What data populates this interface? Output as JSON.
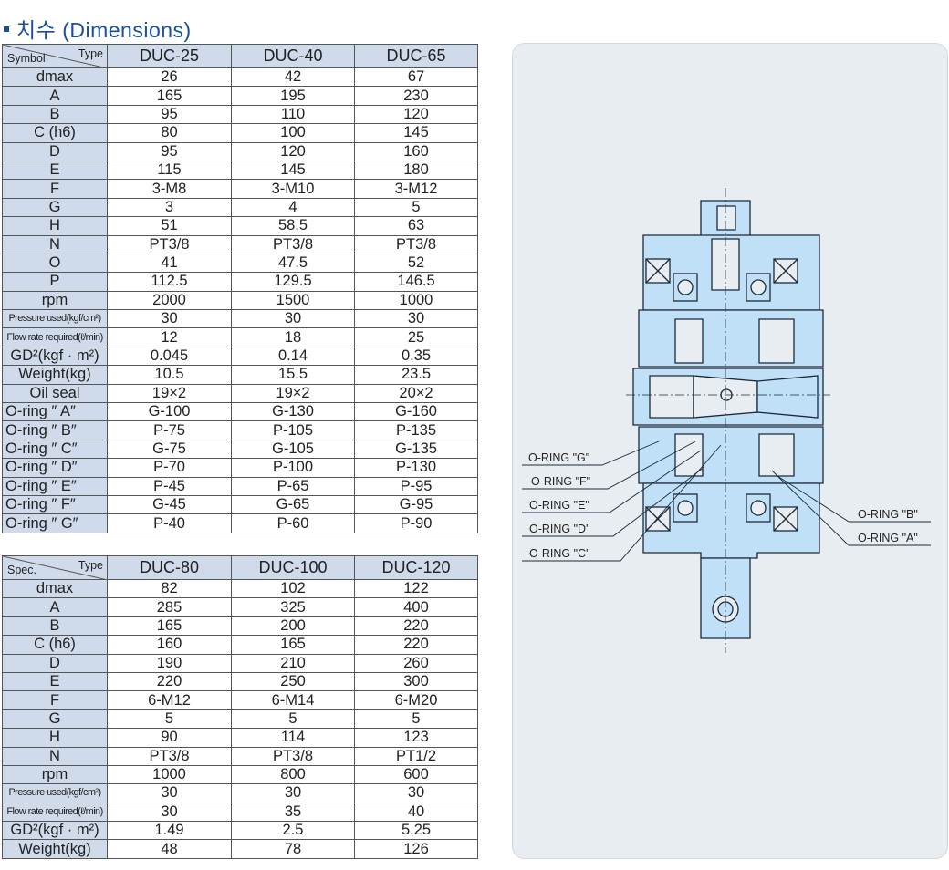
{
  "title": "치수 (Dimensions)",
  "table1": {
    "corner_type": "Type",
    "corner_symbol": "Symbol",
    "columns": [
      "DUC-25",
      "DUC-40",
      "DUC-65"
    ],
    "rows": [
      {
        "label": "dmax",
        "values": [
          "26",
          "42",
          "67"
        ]
      },
      {
        "label": "A",
        "values": [
          "165",
          "195",
          "230"
        ]
      },
      {
        "label": "B",
        "values": [
          "95",
          "110",
          "120"
        ]
      },
      {
        "label": "C (h6)",
        "values": [
          "80",
          "100",
          "145"
        ]
      },
      {
        "label": "D",
        "values": [
          "95",
          "120",
          "160"
        ]
      },
      {
        "label": "E",
        "values": [
          "115",
          "145",
          "180"
        ]
      },
      {
        "label": "F",
        "values": [
          "3-M8",
          "3-M10",
          "3-M12"
        ]
      },
      {
        "label": "G",
        "values": [
          "3",
          "4",
          "5"
        ]
      },
      {
        "label": "H",
        "values": [
          "51",
          "58.5",
          "63"
        ]
      },
      {
        "label": "N",
        "values": [
          "PT3/8",
          "PT3/8",
          "PT3/8"
        ]
      },
      {
        "label": "O",
        "values": [
          "41",
          "47.5",
          "52"
        ]
      },
      {
        "label": "P",
        "values": [
          "112.5",
          "129.5",
          "146.5"
        ]
      },
      {
        "label": "rpm",
        "values": [
          "2000",
          "1500",
          "1000"
        ]
      },
      {
        "label": "Pressure used(kgf/cm²)",
        "values": [
          "30",
          "30",
          "30"
        ],
        "small": true
      },
      {
        "label": "Flow rate required(ℓ/min)",
        "values": [
          "12",
          "18",
          "25"
        ],
        "small": true
      },
      {
        "label": "GD²(kgf · m²)",
        "values": [
          "0.045",
          "0.14",
          "0.35"
        ]
      },
      {
        "label": "Weight(kg)",
        "values": [
          "10.5",
          "15.5",
          "23.5"
        ]
      },
      {
        "label": "Oil seal",
        "values": [
          "19×2",
          "19×2",
          "20×2"
        ]
      },
      {
        "label": "O-ring ″ A″",
        "values": [
          "G-100",
          "G-130",
          "G-160"
        ],
        "left": true
      },
      {
        "label": "O-ring ″ B″",
        "values": [
          "P-75",
          "P-105",
          "P-135"
        ],
        "left": true
      },
      {
        "label": "O-ring ″ C″",
        "values": [
          "G-75",
          "G-105",
          "G-135"
        ],
        "left": true
      },
      {
        "label": "O-ring ″ D″",
        "values": [
          "P-70",
          "P-100",
          "P-130"
        ],
        "left": true
      },
      {
        "label": "O-ring ″ E″",
        "values": [
          "P-45",
          "P-65",
          "P-95"
        ],
        "left": true
      },
      {
        "label": "O-ring ″ F″",
        "values": [
          "G-45",
          "G-65",
          "G-95"
        ],
        "left": true
      },
      {
        "label": "O-ring ″ G″",
        "values": [
          "P-40",
          "P-60",
          "P-90"
        ],
        "left": true
      }
    ]
  },
  "table2": {
    "corner_type": "Type",
    "corner_symbol": "Spec.",
    "columns": [
      "DUC-80",
      "DUC-100",
      "DUC-120"
    ],
    "rows": [
      {
        "label": "dmax",
        "values": [
          "82",
          "102",
          "122"
        ]
      },
      {
        "label": "A",
        "values": [
          "285",
          "325",
          "400"
        ]
      },
      {
        "label": "B",
        "values": [
          "165",
          "200",
          "220"
        ]
      },
      {
        "label": "C (h6)",
        "values": [
          "160",
          "165",
          "220"
        ]
      },
      {
        "label": "D",
        "values": [
          "190",
          "210",
          "260"
        ]
      },
      {
        "label": "E",
        "values": [
          "220",
          "250",
          "300"
        ]
      },
      {
        "label": "F",
        "values": [
          "6-M12",
          "6-M14",
          "6-M20"
        ]
      },
      {
        "label": "G",
        "values": [
          "5",
          "5",
          "5"
        ]
      },
      {
        "label": "H",
        "values": [
          "90",
          "114",
          "123"
        ]
      },
      {
        "label": "N",
        "values": [
          "PT3/8",
          "PT3/8",
          "PT1/2"
        ]
      },
      {
        "label": "rpm",
        "values": [
          "1000",
          "800",
          "600"
        ]
      },
      {
        "label": "Pressure used(kgf/cm²)",
        "values": [
          "30",
          "30",
          "30"
        ],
        "small": true
      },
      {
        "label": "Flow rate required(ℓ/min)",
        "values": [
          "30",
          "35",
          "40"
        ],
        "small": true
      },
      {
        "label": "GD²(kgf · m²)",
        "values": [
          "1.49",
          "2.5",
          "5.25"
        ]
      },
      {
        "label": "Weight(kg)",
        "values": [
          "48",
          "78",
          "126"
        ]
      }
    ]
  },
  "drawing": {
    "labels": {
      "g": "O-RING \"G\"",
      "f": "O-RING \"F\"",
      "e": "O-RING \"E\"",
      "d": "O-RING \"D\"",
      "c": "O-RING \"C\"",
      "b": "O-RING \"B\"",
      "a": "O-RING \"A\""
    },
    "colors": {
      "fill": "#bfe0f6",
      "line": "#1c2a3a",
      "panel": "#e8edf2"
    }
  }
}
